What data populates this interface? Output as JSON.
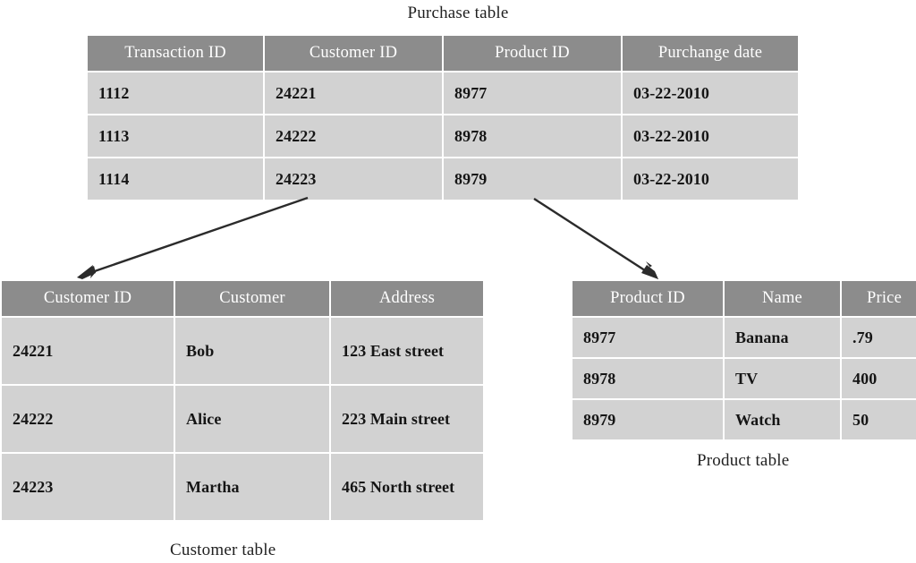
{
  "diagram": {
    "title_purchase": "Purchase table",
    "title_customer": "Customer table",
    "title_product": "Product table",
    "colors": {
      "header_background": "#8c8c8c",
      "header_text": "#ffffff",
      "cell_background": "#d2d2d2",
      "cell_text": "#151515",
      "arrow": "#2b2b2b",
      "page_background": "#ffffff"
    }
  },
  "purchase_table": {
    "caption": "Purchase table",
    "columns": [
      "Transaction ID",
      "Customer ID",
      "Product ID",
      "Purchange date"
    ],
    "rows": [
      [
        "1112",
        "24221",
        "8977",
        "03-22-2010"
      ],
      [
        "1113",
        "24222",
        "8978",
        "03-22-2010"
      ],
      [
        "1114",
        "24223",
        "8979",
        "03-22-2010"
      ]
    ]
  },
  "customer_table": {
    "caption": "Customer table",
    "columns": [
      "Customer ID",
      "Customer",
      "Address"
    ],
    "rows": [
      [
        "24221",
        "Bob",
        "123 East street"
      ],
      [
        "24222",
        "Alice",
        "223 Main street"
      ],
      [
        "24223",
        "Martha",
        "465 North street"
      ]
    ]
  },
  "product_table": {
    "caption": "Product table",
    "columns": [
      "Product ID",
      "Name",
      "Price"
    ],
    "rows": [
      [
        "8977",
        "Banana",
        ".79"
      ],
      [
        "8978",
        "TV",
        "400"
      ],
      [
        "8979",
        "Watch",
        "50"
      ]
    ]
  },
  "relationships": [
    {
      "name": "customer-id-foreign-key",
      "from": "purchase_table.Customer ID",
      "to": "customer_table.Customer ID",
      "direction": "down-left"
    },
    {
      "name": "product-id-foreign-key",
      "from": "purchase_table.Product ID",
      "to": "product_table.Product ID",
      "direction": "down-right"
    }
  ]
}
